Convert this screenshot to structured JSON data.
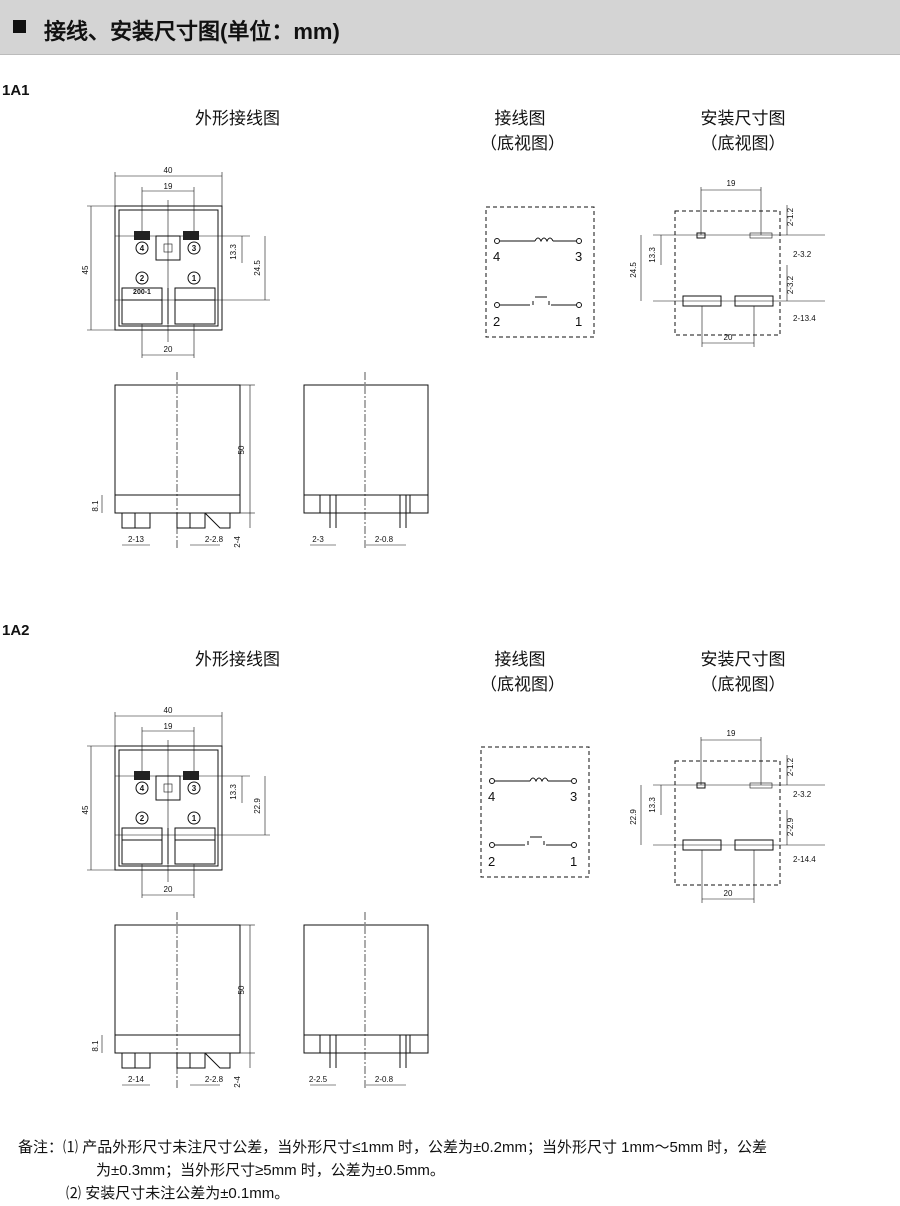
{
  "header": {
    "title": "接线、安装尺寸图(单位：mm)"
  },
  "sections": [
    {
      "label": "1A1",
      "caption_outline": "外形接线图",
      "caption_wiring": "接线图",
      "caption_wiring_sub": "（底视图）",
      "caption_mount": "安装尺寸图",
      "caption_mount_sub": "（底视图）",
      "top_dims": {
        "width": "40",
        "pitch_top": "19",
        "height": "45",
        "v1": "13.3",
        "v2": "24.5",
        "pitch_bottom": "20",
        "marking": "200-1"
      },
      "front_dims": {
        "height": "50",
        "base": "8.1",
        "pin_len": "2-4",
        "w1": "2-13",
        "w2": "2-2.8"
      },
      "side_dims": {
        "w1": "2-3",
        "w2": "2-0.8"
      },
      "wiring": {
        "p4": "4",
        "p3": "3",
        "p2": "2",
        "p1": "1"
      },
      "mount_dims": {
        "top": "19",
        "r1": "2-1.2",
        "r2": "2-3.2",
        "r3": "2-3.2",
        "r4": "2-13.4",
        "v1": "13.3",
        "v2": "24.5",
        "bottom": "20"
      }
    },
    {
      "label": "1A2",
      "caption_outline": "外形接线图",
      "caption_wiring": "接线图",
      "caption_wiring_sub": "（底视图）",
      "caption_mount": "安装尺寸图",
      "caption_mount_sub": "（底视图）",
      "top_dims": {
        "width": "40",
        "pitch_top": "19",
        "height": "45",
        "v1": "13.3",
        "v2": "22.9",
        "pitch_bottom": "20",
        "marking": ""
      },
      "front_dims": {
        "height": "50",
        "base": "8.1",
        "pin_len": "2-4",
        "w1": "2-14",
        "w2": "2-2.8"
      },
      "side_dims": {
        "w1": "2-2.5",
        "w2": "2-0.8"
      },
      "wiring": {
        "p4": "4",
        "p3": "3",
        "p2": "2",
        "p1": "1"
      },
      "mount_dims": {
        "top": "19",
        "r1": "2-1.2",
        "r2": "2-3.2",
        "r3": "2-2.9",
        "r4": "2-14.4",
        "v1": "13.3",
        "v2": "22.9",
        "bottom": "20"
      }
    }
  ],
  "notes": {
    "prefix": "备注：",
    "n1_num": "⑴",
    "n1_line1": "产品外形尺寸未注尺寸公差，当外形尺寸≤1mm 时，公差为±0.2mm；当外形尺寸 1mm～5mm 时，公差",
    "n1_line2": "为±0.3mm；当外形尺寸≥5mm 时，公差为±0.5mm。",
    "n2_num": "⑵",
    "n2_text": "安装尺寸未注公差为±0.1mm。"
  }
}
